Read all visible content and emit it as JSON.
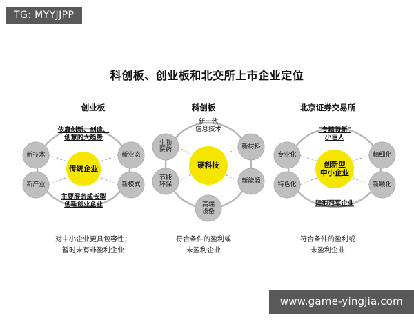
{
  "branding": {
    "tg_tag": "TG: MYYJJPP",
    "watermark": "www.game-yingjia.com",
    "tag_bg": "#595959"
  },
  "chart_data": {
    "type": "diagram",
    "title": "科创板、创业板和北交所上市企业定位",
    "subtitle": "",
    "xlabel": "",
    "ylabel": "",
    "legend_position": "none",
    "grid": false,
    "colors": {
      "core_fill": "#F5E600",
      "node_fill": "#BFBFBF",
      "node_stroke": "#A6A6A6",
      "ring_stroke": "#B5B5B5",
      "connector": "#9A9A9A",
      "background": "#FFFFFF",
      "text": "#1B1B1B"
    },
    "clusters": [
      {
        "heading": "创业板",
        "core": [
          "传统企业"
        ],
        "ring_top": [
          "依靠创新、创造、",
          "创意的大趋势"
        ],
        "ring_bottom": [
          "主要服务成长型",
          "创新创业企业"
        ],
        "ring_top_underlined": true,
        "ring_bottom_underlined": true,
        "nodes": [
          {
            "label": [
              "新技术"
            ],
            "position": "left-top"
          },
          {
            "label": [
              "新产业"
            ],
            "position": "left-bottom"
          },
          {
            "label": [
              "新业态"
            ],
            "position": "right-top"
          },
          {
            "label": [
              "新模式"
            ],
            "position": "right-bottom"
          }
        ],
        "caption": [
          "对中小企业更具包容性；",
          "暂时未有非盈利企业"
        ]
      },
      {
        "heading": "科创板",
        "core": [
          "硬科技"
        ],
        "ring_top": [
          "新一代",
          "信息技术"
        ],
        "ring_bottom": [
          "高端",
          "设备"
        ],
        "ring_top_underlined": false,
        "ring_bottom_underlined": false,
        "nodes": [
          {
            "label": [
              "生物",
              "医药"
            ],
            "position": "left-top"
          },
          {
            "label": [
              "节能",
              "环保"
            ],
            "position": "left-bottom"
          },
          {
            "label": [
              "新材料"
            ],
            "position": "right-top"
          },
          {
            "label": [
              "新能源"
            ],
            "position": "right-bottom"
          }
        ],
        "caption": [
          "符合条件的盈利或",
          "未盈利企业"
        ]
      },
      {
        "heading": "北京证券交易所",
        "core": [
          "创新型",
          "中小企业"
        ],
        "ring_top": [
          "\"专精特新\"",
          "小巨人"
        ],
        "ring_bottom": [
          "隐形冠军企业"
        ],
        "ring_top_underlined": true,
        "ring_bottom_underlined": true,
        "nodes": [
          {
            "label": [
              "专业化"
            ],
            "position": "left-top"
          },
          {
            "label": [
              "特色化"
            ],
            "position": "left-bottom"
          },
          {
            "label": [
              "精细化"
            ],
            "position": "right-top"
          },
          {
            "label": [
              "新颖化"
            ],
            "position": "right-bottom"
          }
        ],
        "caption": [
          "符合条件的盈利或",
          "未盈利企业"
        ]
      }
    ]
  }
}
